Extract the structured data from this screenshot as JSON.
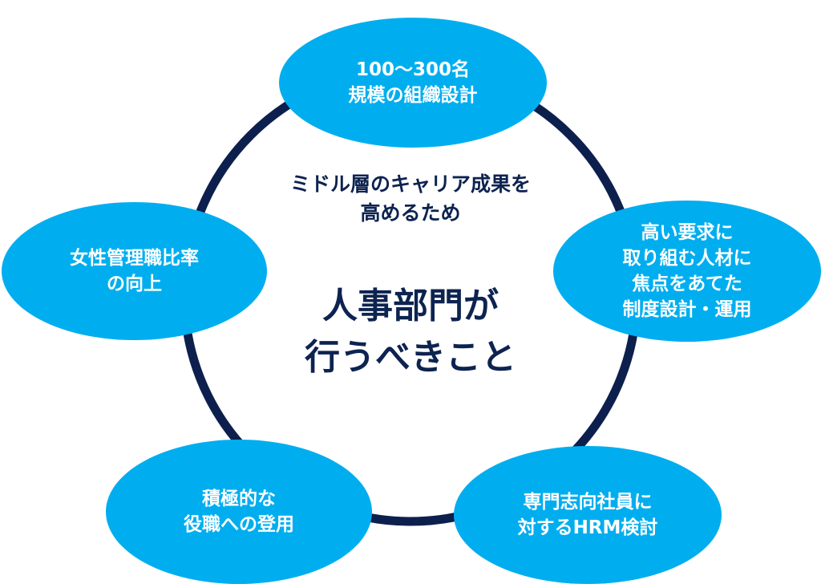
{
  "center": {
    "subtitle_lines": [
      "ミドル層のキャリア成果を",
      "高めるため"
    ],
    "title_lines": [
      "人事部門が",
      "行うべきこと"
    ]
  },
  "nodes": {
    "top": [
      "100〜300名",
      "規模の組織設計"
    ],
    "right": [
      "高い要求に",
      "取り組む人材に",
      "焦点をあてた",
      "制度設計・運用"
    ],
    "bottom_right": [
      "専門志向社員に",
      "対するHRM検討"
    ],
    "bottom_left": [
      "積極的な",
      "役職への登用"
    ],
    "left": [
      "女性管理職比率",
      "の向上"
    ]
  },
  "colors": {
    "node_fill": "#00aeef",
    "ring": "#0d1f4d",
    "center_text": "#0d2350"
  }
}
